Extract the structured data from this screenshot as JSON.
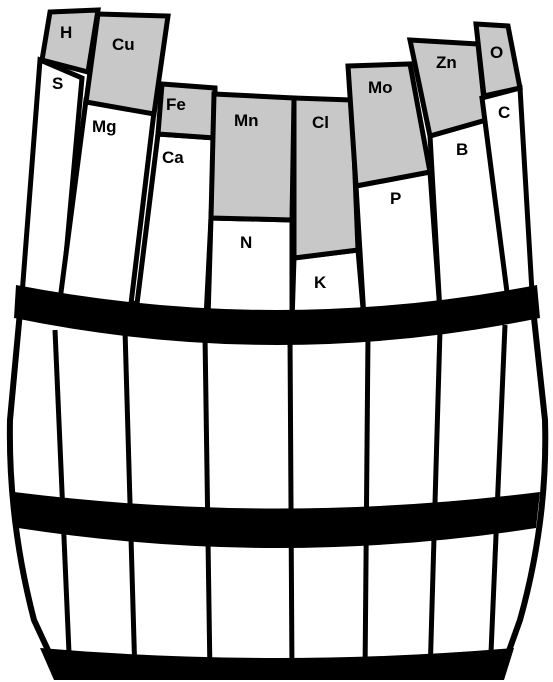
{
  "barrel": {
    "staves": [
      {
        "top": "H",
        "bottom": "S"
      },
      {
        "top": "Cu",
        "bottom": "Mg"
      },
      {
        "top": "Fe",
        "bottom": "Ca"
      },
      {
        "top": "Mn",
        "bottom": "N"
      },
      {
        "top": "Cl",
        "bottom": "K"
      },
      {
        "top": "Mo",
        "bottom": "P"
      },
      {
        "top": "Zn",
        "bottom": "B"
      },
      {
        "top": "O",
        "bottom": "C"
      }
    ]
  },
  "colors": {
    "outline": "#000000",
    "stave": "#ffffff",
    "upper_segment": "#c8c8c8"
  }
}
